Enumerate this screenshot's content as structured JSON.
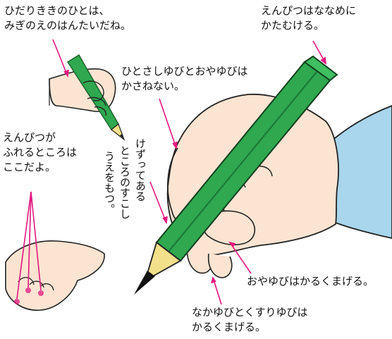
{
  "labels": {
    "left_hand_line1": "ひだりききのひとは、",
    "left_hand_line2": "みぎのえのはんたいだね。",
    "pencil_angle_line1": "えんぴつはななめに",
    "pencil_angle_line2": "かたむける。",
    "fingers_line1": "ひとさしゆびとおやゆびは",
    "fingers_line2": "かさねない。",
    "touch_point_line1": "えんぴつが",
    "touch_point_line2": "ふれるところは",
    "touch_point_line3": "ここだよ。",
    "vertical_col1": "けずってある",
    "vertical_col2": "ところのすこし",
    "vertical_col3": "うえをもつ。",
    "thumb_bend": "おやゆびはかるくまげる。",
    "middle_ring_line1": "なかゆびとくすりゆびは",
    "middle_ring_line2": "かるくまげる。"
  },
  "colors": {
    "pencil_green": "#2fa84f",
    "pencil_dark": "#1c7a36",
    "wood": "#f3e08a",
    "skin": "#fbe4d2",
    "sleeve": "#a9d6ec",
    "arrow_pink": "#e3177f",
    "text": "#111111"
  }
}
